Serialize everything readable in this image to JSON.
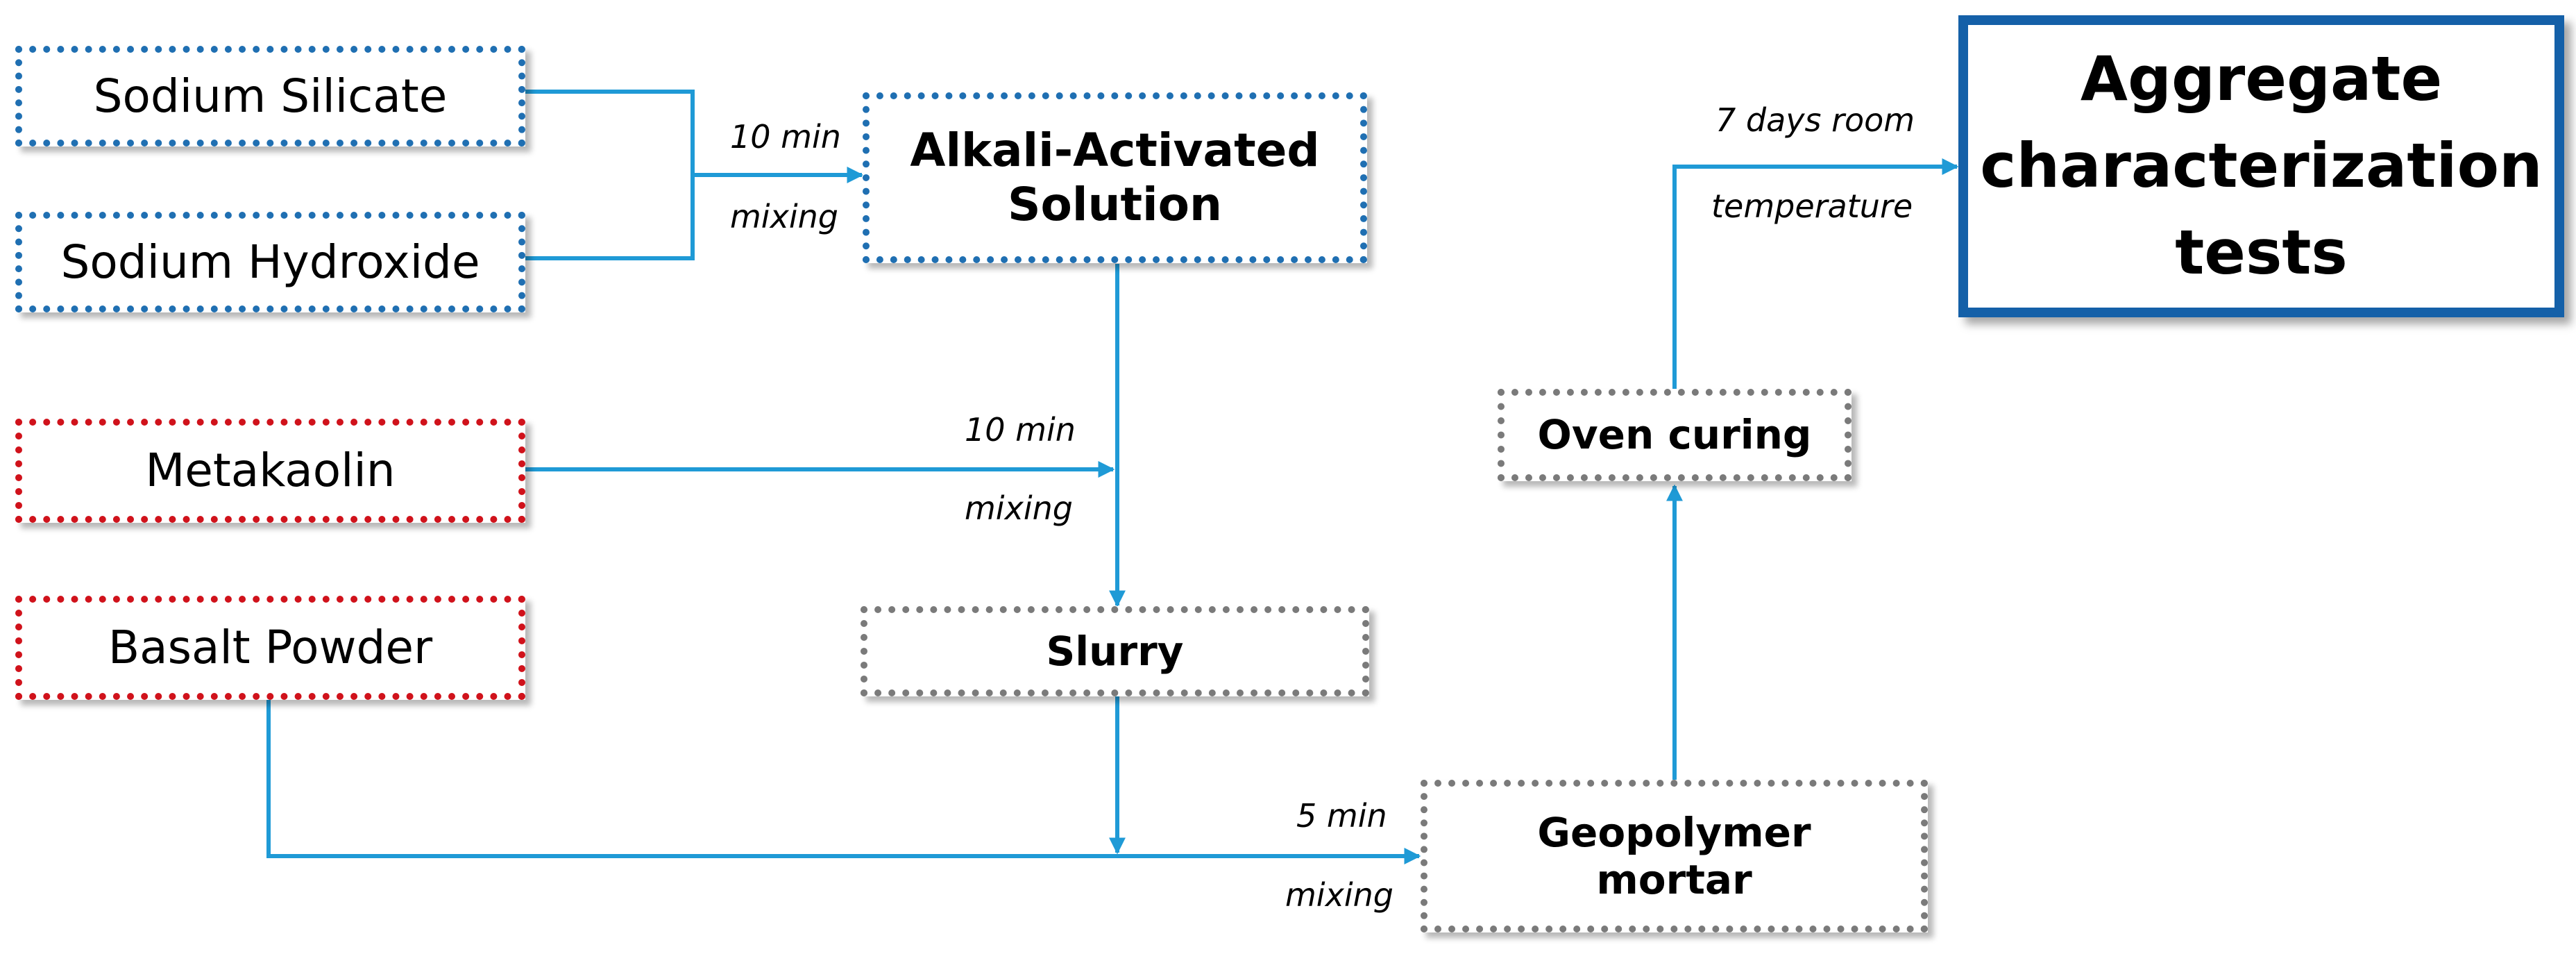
{
  "colors": {
    "connector": "#1f9ad6",
    "input_blue": "#1f6fb2",
    "input_red": "#d0121b",
    "process_gray": "#7a7a7a",
    "output_blue": "#1460a8"
  },
  "nodes": {
    "sodium_silicate": "Sodium Silicate",
    "sodium_hydroxide": "Sodium Hydroxide",
    "alkali_solution_line1": "Alkali-Activated",
    "alkali_solution_line2": "Solution",
    "metakaolin": "Metakaolin",
    "basalt_powder": "Basalt Powder",
    "slurry": "Slurry",
    "geopolymer_line1": "Geopolymer",
    "geopolymer_line2": "mortar",
    "oven_curing": "Oven curing",
    "aggregate_line1": "Aggregate",
    "aggregate_line2": "characterization",
    "aggregate_line3": "tests"
  },
  "edge_labels": {
    "activator_time": "10 min",
    "activator_action": "mixing",
    "metakaolin_time": "10 min",
    "metakaolin_action": "mixing",
    "mortar_time": "5 min",
    "mortar_action": "mixing",
    "curing_top": "7 days room",
    "curing_bottom": "temperature"
  }
}
